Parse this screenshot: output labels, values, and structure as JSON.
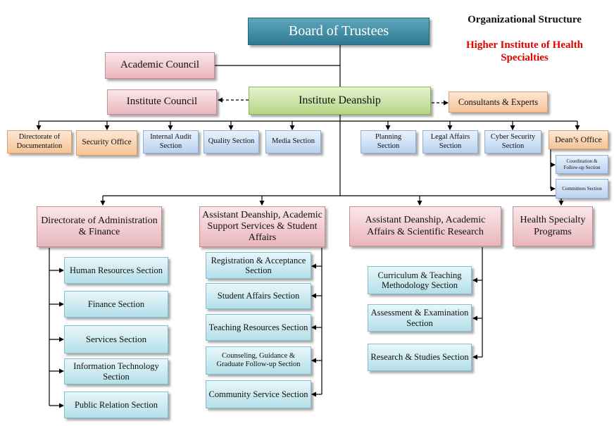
{
  "header": {
    "title": "Organizational Structure",
    "subtitle": "Higher Institute of Health Specialties",
    "title_color": "#111111",
    "subtitle_color": "#e00000"
  },
  "top": {
    "board": "Board of Trustees",
    "academic_council": "Academic Council",
    "institute_council": "Institute Council",
    "deanship": "Institute Deanship",
    "consultants": "Consultants & Experts"
  },
  "sections": {
    "documentation": "Directorate of Documentation",
    "security": "Security Office",
    "internal_audit": "Internal Audit Section",
    "quality": "Quality Section",
    "media": "Media Section",
    "planning": "Planning Section",
    "legal": "Legal Affairs Section",
    "cyber": "Cyber Security Section",
    "deans_office": "Dean’s Office",
    "coordination": "Coordination & Follow-up Section",
    "committees": "Committees Section"
  },
  "divisions": {
    "admin_finance": {
      "title": "Directorate of Administration & Finance",
      "items": [
        "Human Resources Section",
        "Finance Section",
        "Services Section",
        "Information Technology Section",
        "Public Relation Section"
      ]
    },
    "academic_support": {
      "title": "Assistant Deanship, Academic Support Services & Student Affairs",
      "items": [
        "Registration & Acceptance Section",
        "Student Affairs Section",
        "Teaching Resources Section",
        "Counseling, Guidance & Graduate Follow-up Section",
        "Community Service Section"
      ]
    },
    "academic_affairs": {
      "title": "Assistant Deanship, Academic Affairs & Scientific Research",
      "items": [
        "Curriculum & Teaching Methodology Section",
        "Assessment & Examination Section",
        "Research & Studies Section"
      ]
    },
    "health_programs": {
      "title": "Health Specialty Programs"
    }
  }
}
